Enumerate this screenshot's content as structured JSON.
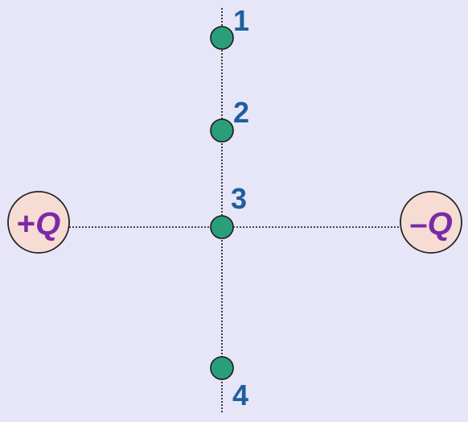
{
  "colors": {
    "background": "#e6e6f8",
    "charge_fill": "#f6dcd2",
    "charge_stroke": "#222222",
    "charge_text": "#7a2aa8",
    "point_fill": "#2a9e7a",
    "point_stroke": "#1a1a1a",
    "label": "#1f5f9c",
    "line": "#111111"
  },
  "charges": {
    "positive": {
      "sign": "+",
      "letter": "Q"
    },
    "negative": {
      "sign": "–",
      "letter": "Q"
    }
  },
  "points": [
    {
      "label": "1"
    },
    {
      "label": "2"
    },
    {
      "label": "3"
    },
    {
      "label": "4"
    }
  ]
}
